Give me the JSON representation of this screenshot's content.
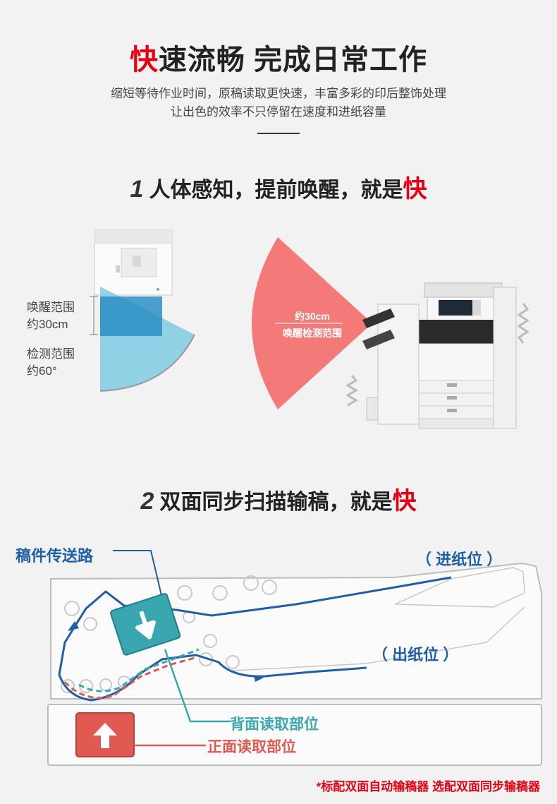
{
  "hero": {
    "title_accent": "快",
    "title_rest": "速流畅 完成日常工作",
    "subtitle_line1": "缩短等待作业时间，原稿读取更快速，丰富多彩的印后整饰处理",
    "subtitle_line2": "让出色的效率不只停留在速度和进纸容量"
  },
  "section1": {
    "number": "1",
    "title": "人体感知，提前唤醒，就是",
    "title_accent": "快",
    "wake_label_1": "唤醒范围",
    "wake_label_2": "约30cm",
    "detect_label_1": "检测范围",
    "detect_label_2": "约60°",
    "cone_distance": "约30cm",
    "cone_name": "唤醒检测范围"
  },
  "section2": {
    "number": "2",
    "title": "双面同步扫描输稿，就是",
    "title_accent": "快",
    "feed_path_label": "稿件传送路",
    "paper_in_label": "（ 进纸位 ）",
    "paper_out_label": "（ 出纸位 ）",
    "back_read_label": "背面读取部位",
    "front_read_label": "正面读取部位",
    "footnote": "*标配双面自动输稿器 选配双面同步输稿器"
  },
  "colors": {
    "accent_red": "#e60012",
    "path_blue": "#1f5fa6",
    "teal": "#3aa6b0",
    "coral": "#e05a52",
    "cone_red": "#f47a7a"
  }
}
